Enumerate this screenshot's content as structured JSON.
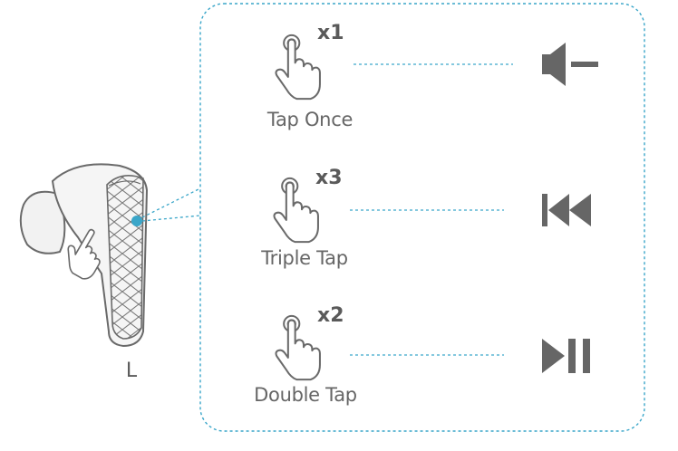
{
  "side_label": "L",
  "rows": [
    {
      "count": "x1",
      "caption": "Tap Once",
      "icon": "volume-down-icon"
    },
    {
      "count": "x3",
      "caption": "Triple Tap",
      "icon": "previous-track-icon"
    },
    {
      "count": "x2",
      "caption": "Double Tap",
      "icon": "play-pause-icon"
    }
  ],
  "colors": {
    "accent": "#3aa6c9",
    "icon": "#666666",
    "outline": "#6a6a6a"
  }
}
